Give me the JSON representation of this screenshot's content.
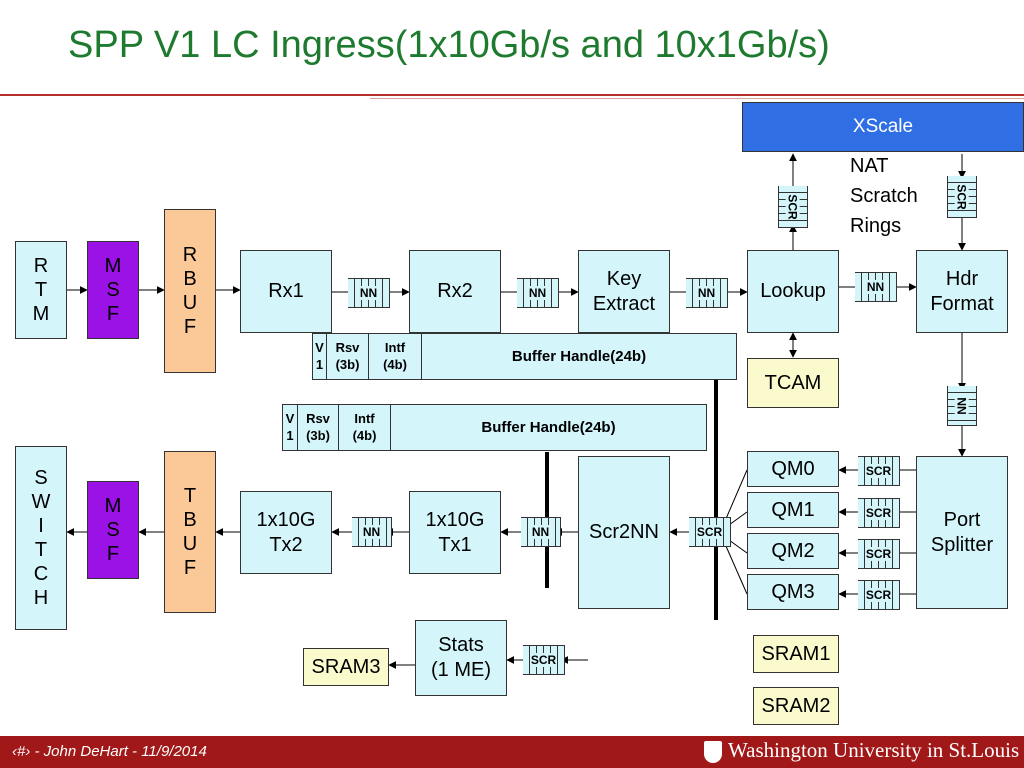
{
  "title": "SPP V1 LC Ingress(1x10Gb/s and 10x1Gb/s)",
  "blocks": {
    "rtm": "R\nT\nM",
    "msf_top": "M\nS\nF",
    "rbuf": "R\nB\nU\nF",
    "rx1": "Rx1",
    "rx2": "Rx2",
    "key_extract": "Key\nExtract",
    "lookup": "Lookup",
    "hdr_format": "Hdr\nFormat",
    "xscale": "XScale",
    "nat_label": "NAT\nScratch\nRings",
    "tcam": "TCAM",
    "switch": "S\nW\nI\nT\nC\nH",
    "msf_bottom": "M\nS\nF",
    "tbuf": "T\nB\nU\nF",
    "tx2": "1x10G\nTx2",
    "tx1": "1x10G\nTx1",
    "scr2nn": "Scr2NN",
    "qm0": "QM0",
    "qm1": "QM1",
    "qm2": "QM2",
    "qm3": "QM3",
    "port_splitter": "Port\nSplitter",
    "stats": "Stats\n(1 ME)",
    "sram3": "SRAM3",
    "sram1": "SRAM1",
    "sram2": "SRAM2"
  },
  "buffer_top": {
    "v": "V\n1",
    "rsv": "Rsv\n(3b)",
    "intf": "Intf\n(4b)",
    "handle": "Buffer Handle(24b)"
  },
  "buffer_bottom": {
    "v": "V\n1",
    "rsv": "Rsv\n(3b)",
    "intf": "Intf\n(4b)",
    "handle": "Buffer Handle(24b)"
  },
  "ring_labels": {
    "nn": "NN",
    "scr": "SCR"
  },
  "footer": {
    "left": "‹#› - John DeHart - 11/9/2014",
    "right": "Washington University in St.Louis"
  },
  "colors": {
    "title": "#1e7a2e",
    "block_fill": "#d4f6fb",
    "msf_fill": "#9a12e6",
    "buf_fill": "#fbc898",
    "memory_fill": "#fbfacd",
    "xscale_fill": "#2f6ee3",
    "footer_bar": "#a01818"
  }
}
